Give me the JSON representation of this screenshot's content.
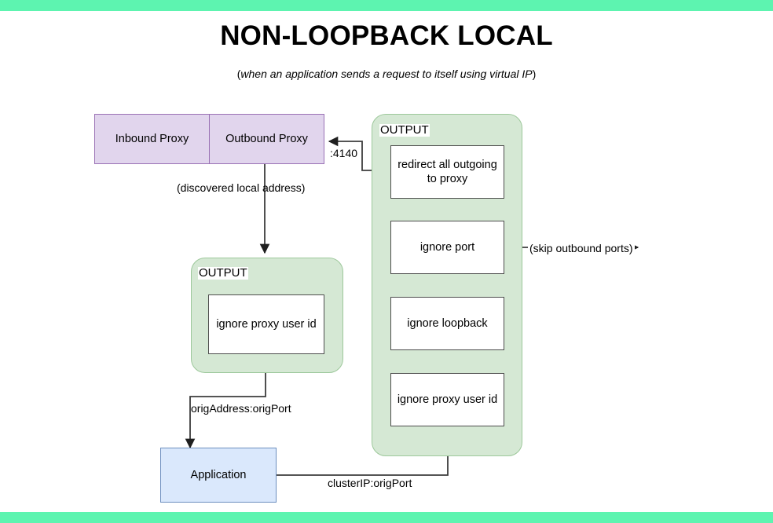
{
  "page": {
    "title": "NON-LOOPBACK LOCAL",
    "subtitle_open_paren": "(",
    "subtitle_italic": "when an application sends a request to itself using virtual IP",
    "subtitle_close_paren": ")",
    "band_color": "#5df4b0",
    "background": "#ffffff"
  },
  "colors": {
    "proxy_fill": "#e1d5ed",
    "proxy_stroke": "#9a72b5",
    "group_fill": "#d5e8d4",
    "group_stroke": "#9dc89b",
    "rule_fill": "#ffffff",
    "rule_stroke": "#4d4d4d",
    "app_fill": "#dae8fc",
    "app_stroke": "#6c8ebf",
    "line": "#3c3c3c"
  },
  "proxy": {
    "inbound_label": "Inbound Proxy",
    "outbound_label": "Outbound Proxy"
  },
  "groups": {
    "left": {
      "label": "OUTPUT"
    },
    "right": {
      "label": "OUTPUT"
    }
  },
  "left_chain": {
    "rules": [
      {
        "label": "ignore proxy user id"
      }
    ]
  },
  "right_chain": {
    "rules": [
      {
        "label": "redirect all outgoing to proxy",
        "line1": "redirect all outgoing",
        "line2": "to proxy"
      },
      {
        "label": "ignore port"
      },
      {
        "label": "ignore loopback"
      },
      {
        "label": "ignore proxy user id"
      }
    ]
  },
  "application": {
    "label": "Application"
  },
  "edge_labels": {
    "port_4140": ":4140",
    "discovered_local_address": "(discovered local address)",
    "skip_outbound_ports": "(skip outbound ports)",
    "orig_address_orig_port": "origAddress:origPort",
    "cluster_ip_orig_port": "clusterIP:origPort"
  }
}
